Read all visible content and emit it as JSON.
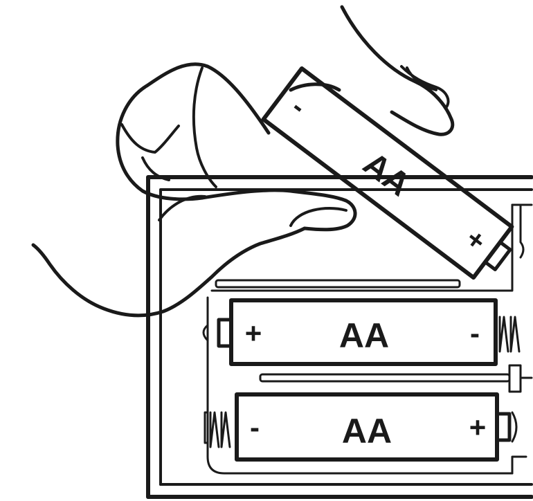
{
  "colors": {
    "ink": "#1a1a1a",
    "background": "#ffffff"
  },
  "batteries": {
    "inserting": {
      "label": "AA",
      "negative": "-",
      "positive": "+"
    },
    "top": {
      "label": "AA",
      "positive": "+",
      "negative": "-"
    },
    "bottom": {
      "label": "AA",
      "negative": "-",
      "positive": "+"
    }
  },
  "icons": [
    "hand-icon",
    "spring-contact-icon",
    "battery-icon"
  ]
}
